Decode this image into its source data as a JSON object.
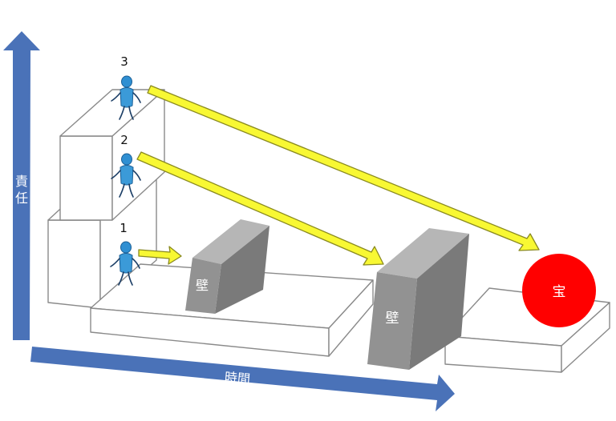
{
  "axes": {
    "vertical_label": "責任",
    "horizontal_label": "時間",
    "color": "#4a72b8"
  },
  "levels": [
    "1",
    "2",
    "3"
  ],
  "walls": [
    "壁",
    "壁"
  ],
  "goal": {
    "label": "宝",
    "color": "#ff0000"
  },
  "arrow_color": "#f8f833",
  "figure_color": "#3b9ad8"
}
